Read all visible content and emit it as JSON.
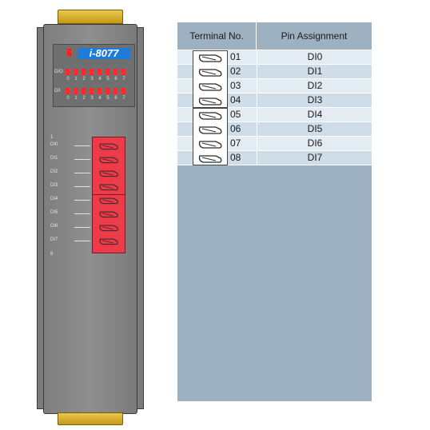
{
  "module": {
    "model": "i-8077",
    "led_rows": [
      {
        "label": "D/O",
        "count": 8
      },
      {
        "label": "D/I",
        "count": 8
      }
    ],
    "led_numbers": [
      "0",
      "1",
      "2",
      "3",
      "4",
      "5",
      "6",
      "7"
    ],
    "pin_first": "1",
    "pin_last": "8",
    "input_labels": [
      "DI0",
      "DI1",
      "DI2",
      "DI3",
      "DI4",
      "DI5",
      "DI6",
      "DI7"
    ],
    "colors": {
      "housing": "#8a8a8a",
      "led": "#ff2a2a",
      "badge": "#1e7bd9",
      "terminal": "#ee3b49",
      "clip": "#d9b22c"
    }
  },
  "pin_table": {
    "headers": [
      "Terminal No.",
      "Pin Assignment"
    ],
    "rows": [
      {
        "terminal": "01",
        "assignment": "DI0"
      },
      {
        "terminal": "02",
        "assignment": "DI1"
      },
      {
        "terminal": "03",
        "assignment": "DI2"
      },
      {
        "terminal": "04",
        "assignment": "DI3"
      },
      {
        "terminal": "05",
        "assignment": "DI4"
      },
      {
        "terminal": "06",
        "assignment": "DI5"
      },
      {
        "terminal": "07",
        "assignment": "DI6"
      },
      {
        "terminal": "08",
        "assignment": "DI7"
      }
    ],
    "colors": {
      "header": "#9eb1c1",
      "row_light": "#e4ecf3",
      "row_mid": "#cfdde8"
    }
  }
}
